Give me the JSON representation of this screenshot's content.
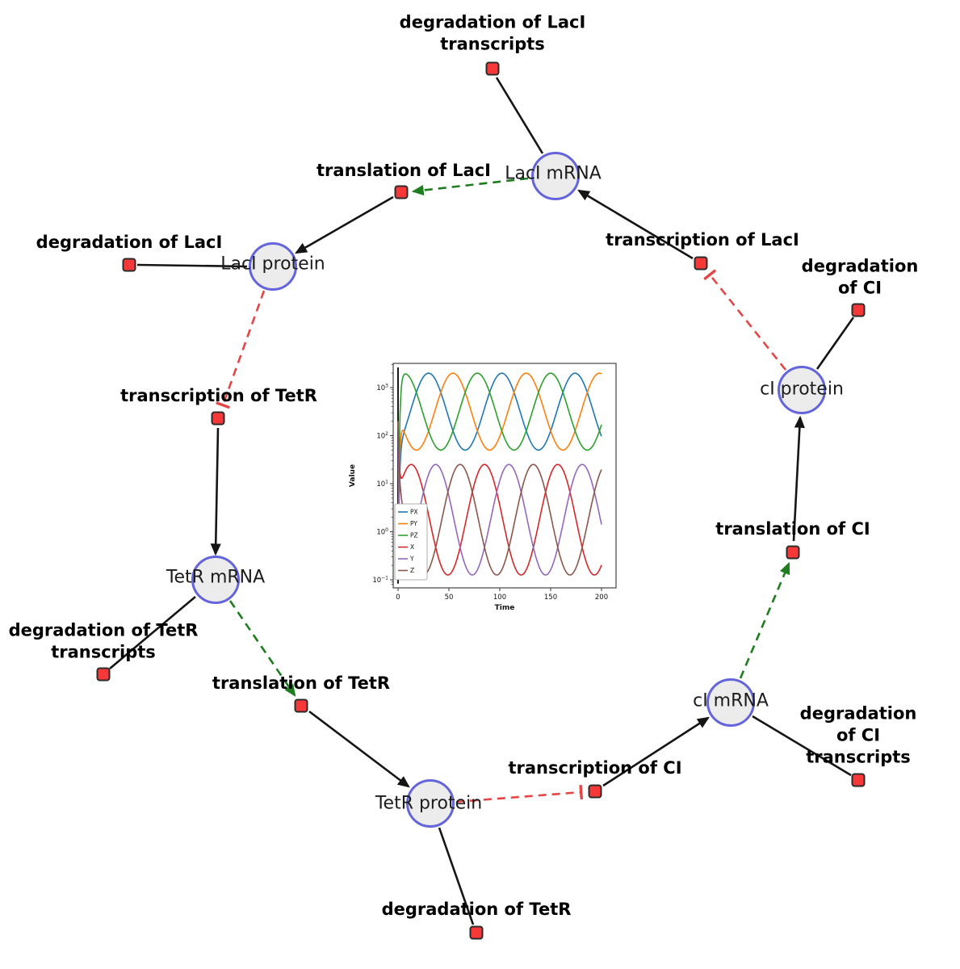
{
  "diagram": {
    "species": [
      {
        "id": "laci-mrna",
        "label": "LacI mRNA"
      },
      {
        "id": "laci-protein",
        "label": "LacI protein"
      },
      {
        "id": "tetr-mrna",
        "label": "TetR mRNA"
      },
      {
        "id": "tetr-protein",
        "label": "TetR protein"
      },
      {
        "id": "ci-mrna",
        "label": "cI mRNA"
      },
      {
        "id": "ci-protein",
        "label": "cI protein"
      }
    ],
    "reactions": [
      {
        "id": "degradation-of-laci-transcripts",
        "label": "degradation of LacI\ntranscripts"
      },
      {
        "id": "translation-of-laci",
        "label": "translation of LacI"
      },
      {
        "id": "degradation-of-laci",
        "label": "degradation of LacI"
      },
      {
        "id": "transcription-of-laci",
        "label": "transcription of LacI"
      },
      {
        "id": "degradation-of-ci",
        "label": "degradation of CI"
      },
      {
        "id": "transcription-of-tetr",
        "label": "transcription of TetR"
      },
      {
        "id": "degradation-of-tetr-transcripts",
        "label": "degradation of TetR\ntranscripts"
      },
      {
        "id": "translation-of-tetr",
        "label": "translation of TetR"
      },
      {
        "id": "degradation-of-tetr",
        "label": "degradation of TetR"
      },
      {
        "id": "transcription-of-ci",
        "label": "transcription of CI"
      },
      {
        "id": "degradation-of-ci-transcripts",
        "label": "degradation of CI\ntranscripts"
      },
      {
        "id": "translation-of-ci",
        "label": "translation of CI"
      }
    ],
    "colors": {
      "species_fill": "#ececec",
      "species_border": "#6464dc",
      "reaction_fill": "#f73838",
      "reaction_border": "#2b2b2b",
      "reaction_edge": "#151515",
      "activation_edge": "#1e7d1e",
      "inhibition_edge": "#e64545"
    }
  },
  "chart_data": {
    "type": "line",
    "yscale": "log",
    "title": "",
    "xlabel": "Time",
    "ylabel": "Value",
    "xlim": [
      0,
      200
    ],
    "x_ticks": [
      0,
      50,
      100,
      150,
      200
    ],
    "y_tick_exponents": [
      -1,
      0,
      1,
      2,
      3
    ],
    "legend_position": "left",
    "grid": false,
    "series": [
      {
        "name": "PX",
        "color": "#1f77b4",
        "log_mid": 2.5,
        "log_amp": 0.8,
        "period": 72,
        "peak_t": 30,
        "start_log": -1.0
      },
      {
        "name": "PY",
        "color": "#ff7f0e",
        "log_mid": 2.5,
        "log_amp": 0.8,
        "period": 72,
        "peak_t": 54,
        "start_log": -1.0
      },
      {
        "name": "PZ",
        "color": "#2ca02c",
        "log_mid": 2.5,
        "log_amp": 0.8,
        "period": 72,
        "peak_t": 78,
        "start_log": -1.0
      },
      {
        "name": "X",
        "color": "#d62728",
        "log_mid": 0.25,
        "log_amp": 1.15,
        "period": 72,
        "peak_t": 13,
        "start_log": 2.3
      },
      {
        "name": "Y",
        "color": "#9467bd",
        "log_mid": 0.25,
        "log_amp": 1.15,
        "period": 72,
        "peak_t": 37,
        "start_log": 2.3
      },
      {
        "name": "Z",
        "color": "#8c564b",
        "log_mid": 0.25,
        "log_amp": 1.15,
        "period": 72,
        "peak_t": 61,
        "start_log": 2.3
      }
    ]
  }
}
